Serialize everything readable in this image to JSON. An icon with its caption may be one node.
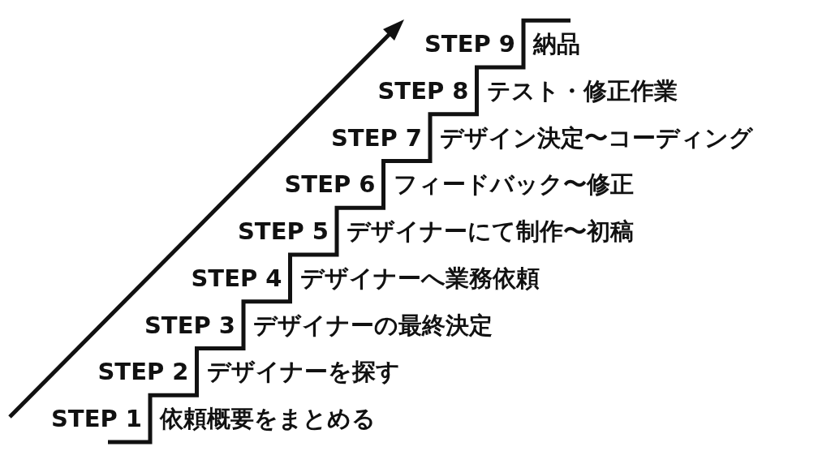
{
  "diagram": {
    "labels": [
      "STEP 9",
      "納品",
      "STEP 8",
      "テスト・修正作業",
      "STEP 7",
      "デザイン決定〜コーディング",
      "STEP 6",
      "フィードバック〜修正",
      "STEP 5",
      "デザイナーにて制作〜初稿",
      "STEP 4",
      "デザイナーへ業務依頼",
      "STEP 3",
      "デザイナーの最終決定",
      "STEP 2",
      "デザイナーを探す",
      "STEP 1",
      "依頼概要をまとめる"
    ]
  }
}
